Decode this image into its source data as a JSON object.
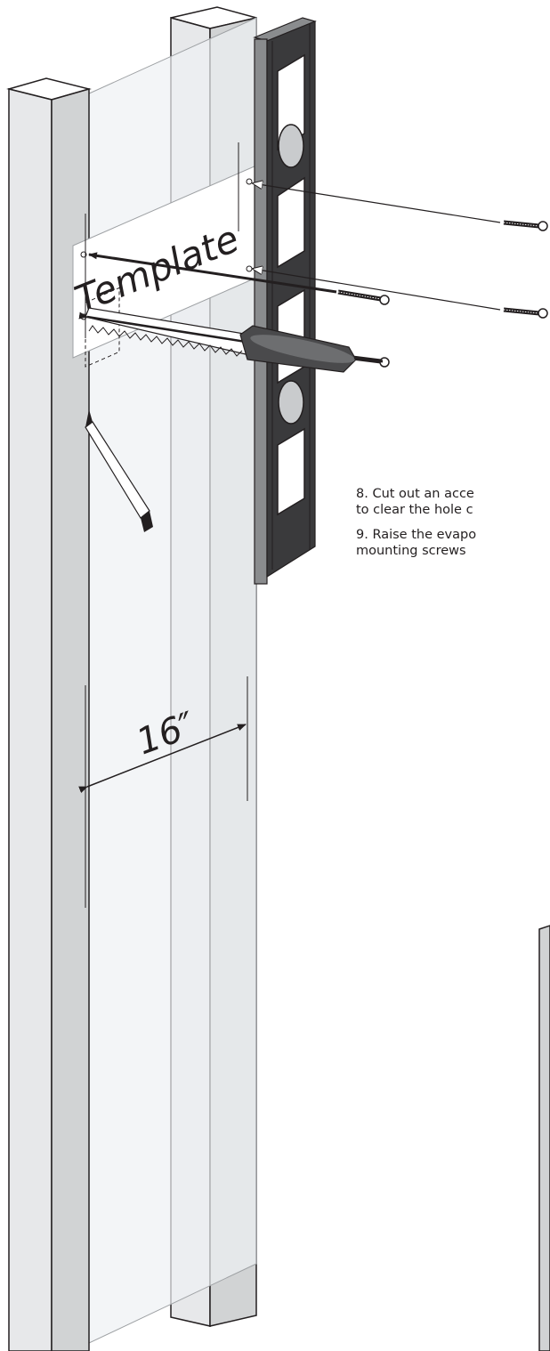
{
  "template_label": "Template",
  "dimension_label": "16″",
  "instructions": {
    "step8_line1": "8. Cut out an acce",
    "step8_line2": "to clear the hole c",
    "step9_line1": "9. Raise the evapo",
    "step9_line2": "mounting screws"
  },
  "colors": {
    "stud_front": "#e7e8ea",
    "stud_side": "#d1d3d4",
    "stud_top": "#ffffff",
    "outline": "#231f20",
    "level_dark": "#3a3a3c",
    "level_frame": "#8a8c8e",
    "screwdriver_handle": "#4a4a4c",
    "drywall_glass": "#eef1f3"
  },
  "icons": [
    "level-icon",
    "screw-icon",
    "screwdriver-icon",
    "saw-icon",
    "pencil-icon",
    "arrow-icon"
  ]
}
